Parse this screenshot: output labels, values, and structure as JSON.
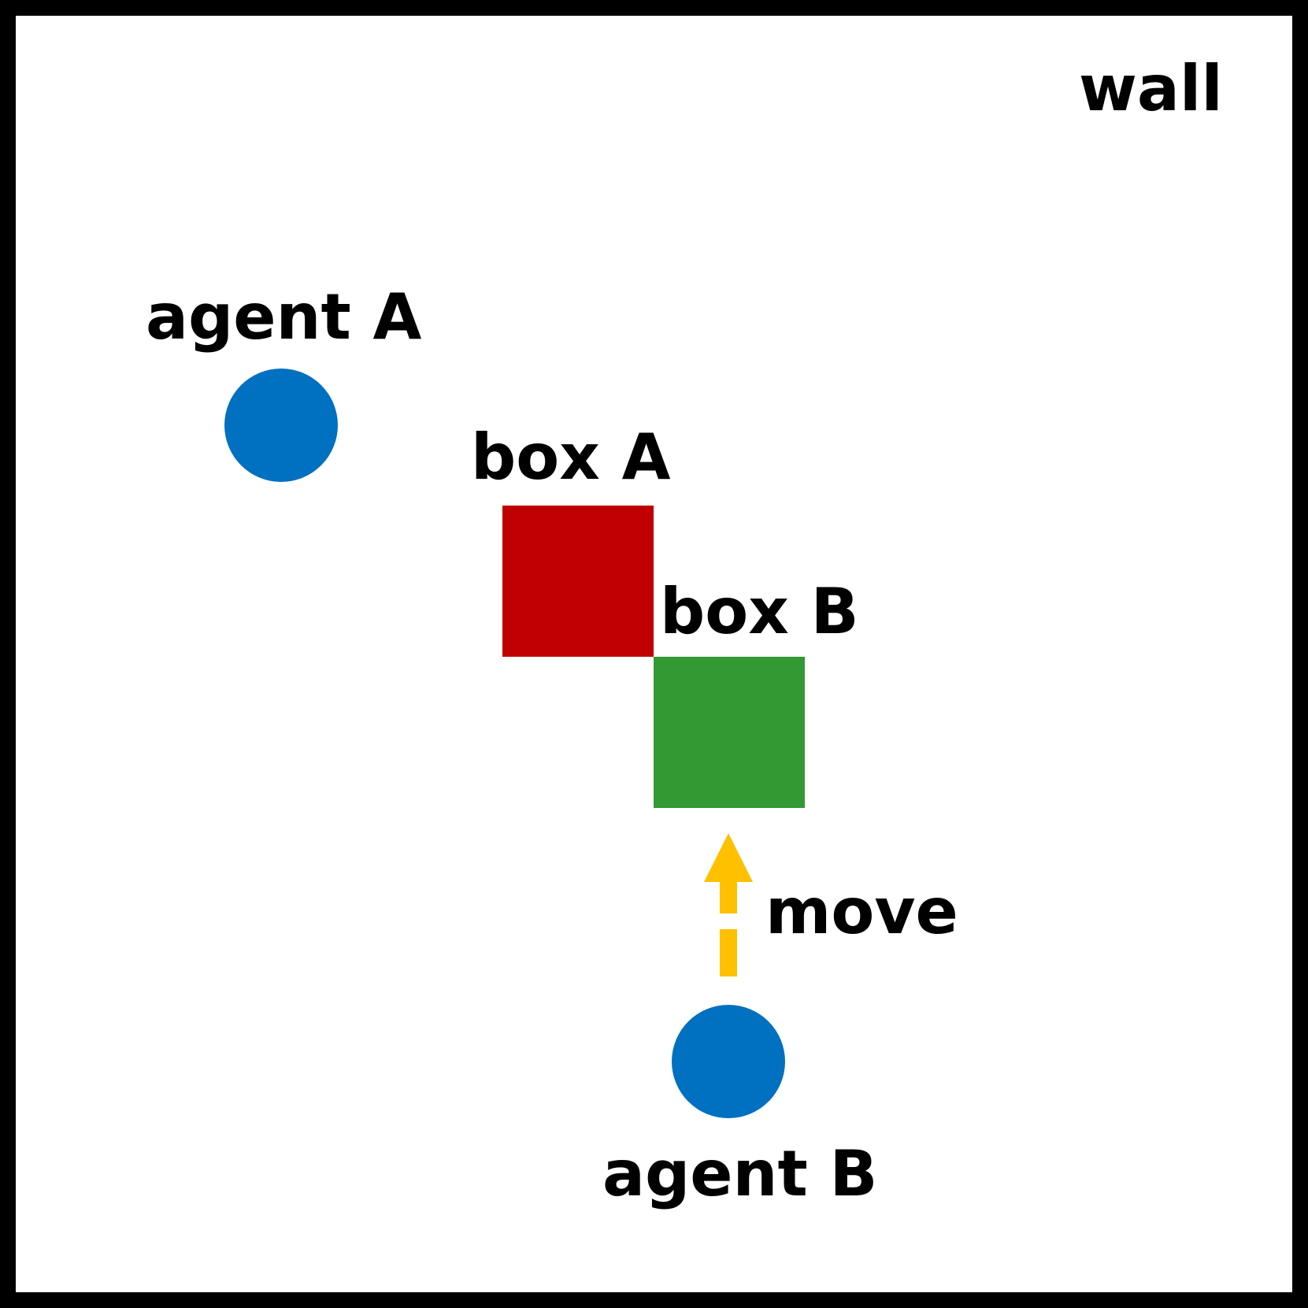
{
  "labels": {
    "wall": "wall",
    "agent_a": "agent A",
    "agent_b": "agent B",
    "box_a": "box A",
    "box_b": "box B",
    "move": "move"
  },
  "colors": {
    "wall": "#000000",
    "agent": "#0070C0",
    "box_a": "#C00000",
    "box_b": "#339933",
    "move_arrow": "#FFC000"
  },
  "icons": {
    "agent": "circle",
    "box": "square",
    "move_arrow": "dashed-up-arrow"
  }
}
